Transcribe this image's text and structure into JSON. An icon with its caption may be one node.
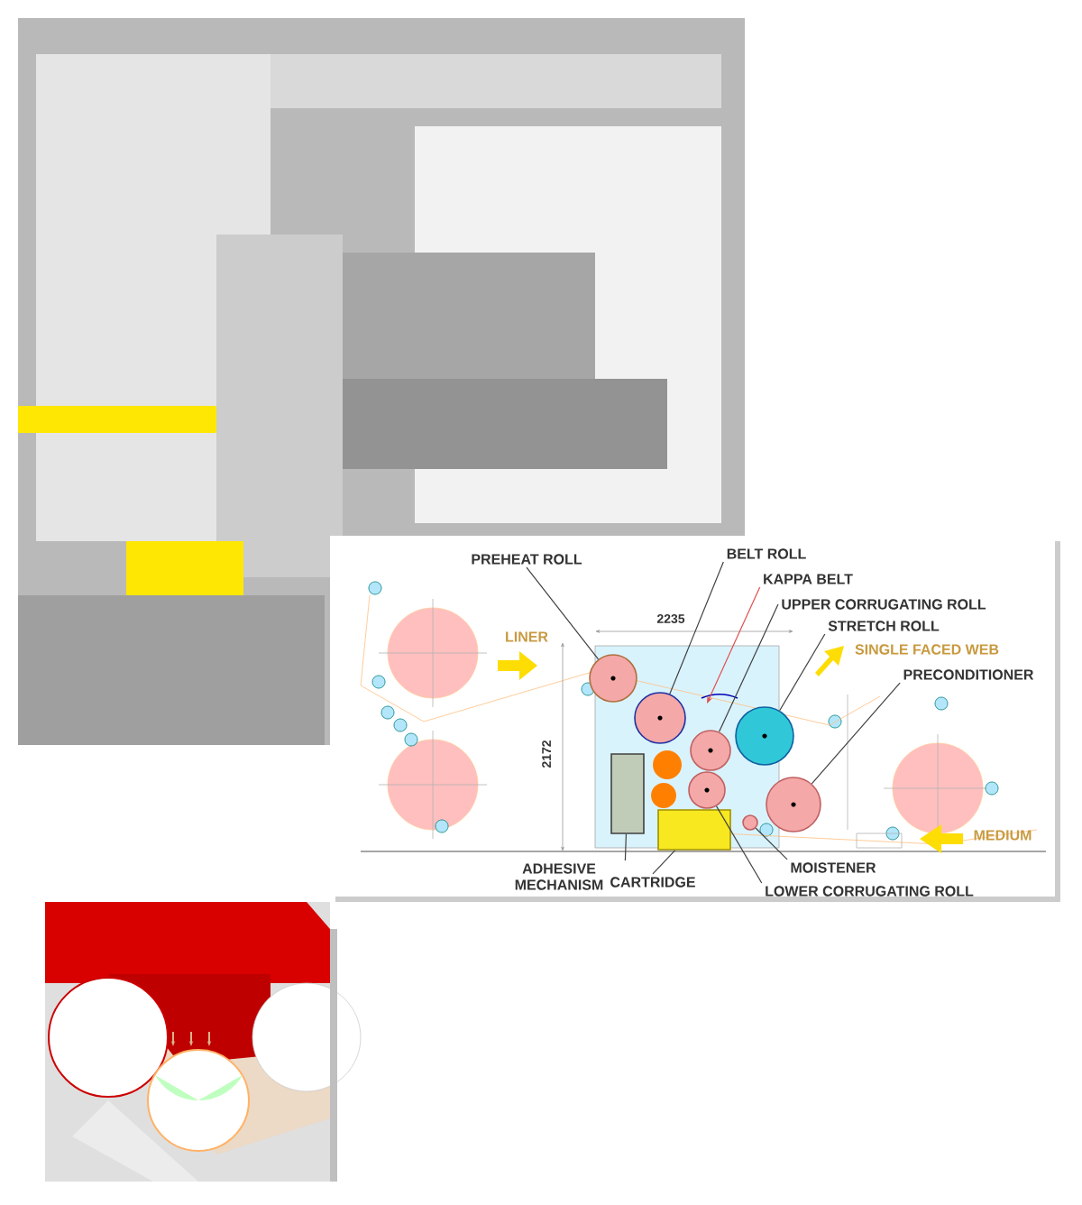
{
  "diagram": {
    "nodes": [
      {
        "text": [
          "PREHEAT ROLL"
        ]
      },
      {
        "text": [],
        "shape": "circle"
      },
      {
        "text": [
          "BELT ROLL"
        ]
      },
      {
        "text": [],
        "shape": "circle"
      },
      {
        "text": [
          "KAPPA BELT"
        ]
      },
      {
        "text": [
          "UPPER CORRUGATING ROLL"
        ]
      },
      {
        "text": [],
        "shape": "circle"
      },
      {
        "text": [
          "STRETCH ROLL"
        ]
      },
      {
        "text": [],
        "shape": "circle"
      },
      {
        "text": [
          "PRECONDITIONER"
        ]
      },
      {
        "text": [],
        "shape": "circle"
      },
      {
        "text": [
          "ADHESIVE MECHANISM"
        ]
      },
      {
        "text": [],
        "shape": "box"
      },
      {
        "text": [
          "CARTRIDGE"
        ]
      },
      {
        "text": [],
        "shape": "box"
      },
      {
        "text": [
          "MOISTENER"
        ]
      },
      {
        "text": [],
        "shape": "circle"
      },
      {
        "text": [
          "LOWER CORRUGATING ROLL"
        ]
      },
      {
        "text": [],
        "shape": "circle"
      }
    ],
    "edges": [
      {
        "from": 0,
        "to": 1,
        "arrow": "none"
      },
      {
        "from": 2,
        "to": 3,
        "arrow": "none"
      },
      {
        "from": 4,
        "to": null,
        "arrow": "to",
        "color": "#e05050"
      },
      {
        "from": 5,
        "to": 6,
        "arrow": "none"
      },
      {
        "from": 7,
        "to": 8,
        "arrow": "none"
      },
      {
        "from": 9,
        "to": 10,
        "arrow": "none"
      },
      {
        "from": 11,
        "to": 12,
        "arrow": "none"
      },
      {
        "from": 13,
        "to": 14,
        "arrow": "none"
      },
      {
        "from": 15,
        "to": 16,
        "arrow": "none"
      },
      {
        "from": 17,
        "to": 18,
        "arrow": "none"
      }
    ],
    "labels": [
      "2235",
      "LINER",
      "SINGLE FACED WEB",
      "2172",
      "MEDIUM"
    ]
  }
}
